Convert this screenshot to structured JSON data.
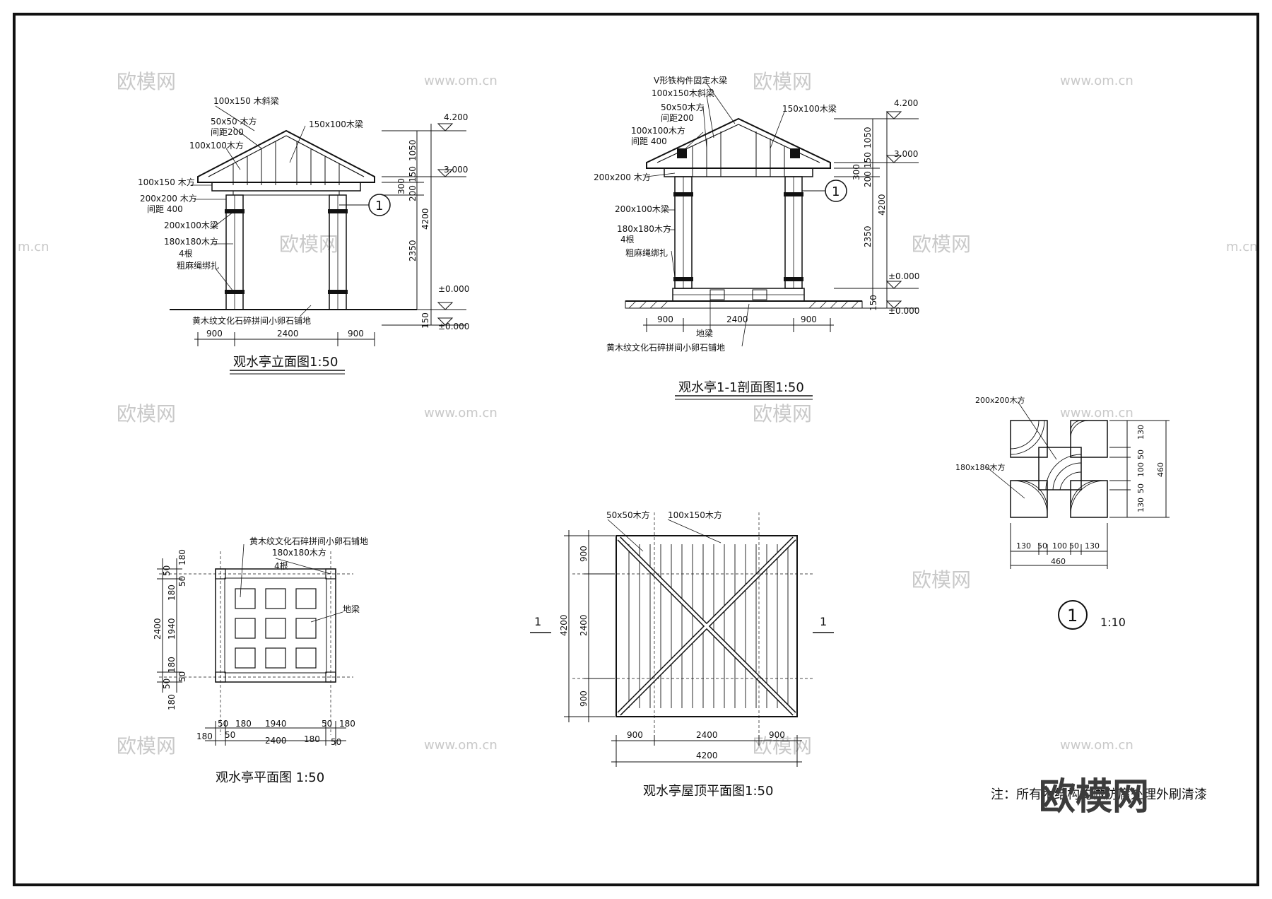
{
  "watermark": {
    "brand": "欧模网",
    "url": "www.om.cn",
    "url_fragment": "m.cn"
  },
  "elevation": {
    "title": "观水亭立面图1:50",
    "labels": [
      "100x150 木斜梁",
      "50x50 木方",
      "间距200",
      "150x100木梁",
      "100x100木方",
      "100x150 木方",
      "200x200 木方",
      "间距 400",
      "200x100木梁",
      "180x180木方",
      "4根",
      "粗麻绳绑扎",
      "黄木纹文化石碎拼间小卵石铺地"
    ],
    "levels": [
      "4.200",
      "3.000",
      "±0.000",
      "±0.000"
    ],
    "dims_v": [
      "1050",
      "150",
      "300",
      "200",
      "4200",
      "2350",
      "150"
    ],
    "dims_h": [
      "900",
      "2400",
      "900"
    ],
    "section_marker": "1"
  },
  "section": {
    "title": "观水亭1-1剖面图1:50",
    "labels": [
      "V形铁构件固定木梁",
      "100x150木斜梁",
      "50x50木方",
      "间距200",
      "150x100木梁",
      "100x100木方",
      "间距 400",
      "200x200 木方",
      "200x100木梁",
      "180x180木方",
      "4根",
      "粗麻绳绑扎",
      "地梁",
      "黄木纹文化石碎拼间小卵石铺地"
    ],
    "levels": [
      "4.200",
      "3.000",
      "±0.000",
      "±0.000"
    ],
    "dims_v": [
      "1050",
      "150",
      "300",
      "200",
      "4200",
      "2350",
      "150"
    ],
    "dims_h": [
      "900",
      "2400",
      "900"
    ],
    "section_marker": "1"
  },
  "plan": {
    "title": "观水亭平面图 1:50",
    "labels": [
      "黄木纹文化石碎拼间小卵石铺地",
      "180x180木方",
      "4根",
      "地梁"
    ],
    "dims_left": [
      "180",
      "50",
      "50",
      "180",
      "2400",
      "1940",
      "180",
      "50",
      "50",
      "180"
    ],
    "dims_bottom": [
      "50",
      "180",
      "1940",
      "50",
      "180",
      "180",
      "50",
      "2400",
      "180",
      "50"
    ]
  },
  "roof_plan": {
    "title": "观水亭屋顶平面图1:50",
    "labels": [
      "50x50木方",
      "100x150木方"
    ],
    "dims_v": [
      "900",
      "4200",
      "2400",
      "900"
    ],
    "dims_h": [
      "900",
      "2400",
      "900",
      "4200"
    ],
    "section_marks": [
      "1",
      "1"
    ]
  },
  "detail": {
    "labels": [
      "200x200木方",
      "180x180木方"
    ],
    "dims_v": [
      "130",
      "50",
      "100",
      "50",
      "130",
      "460"
    ],
    "dims_h": [
      "130",
      "50",
      "100",
      "50",
      "130",
      "460"
    ],
    "marker": "1",
    "scale": "1:10"
  },
  "note": "注：所有木结构均做防腐处理外刷清漆",
  "brand_mark": "欧模网"
}
